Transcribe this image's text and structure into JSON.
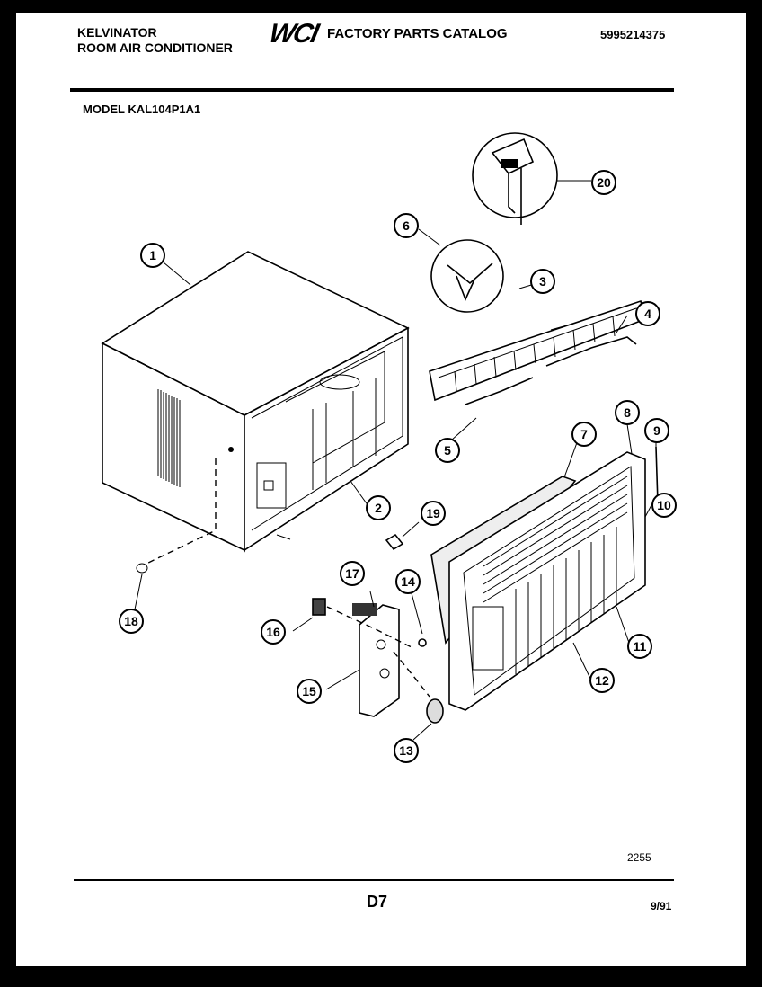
{
  "header": {
    "brand": "KELVINATOR",
    "product": "ROOM AIR CONDITIONER",
    "logo_text": "WCI",
    "catalog_title": "FACTORY PARTS CATALOG",
    "catalog_number": "5995214375"
  },
  "model_line": "MODEL KAL104P1A1",
  "diagram_number": "2255",
  "footer": {
    "page_code": "D7",
    "date": "9/91"
  },
  "callouts": [
    "1",
    "2",
    "3",
    "4",
    "5",
    "6",
    "7",
    "8",
    "9",
    "10",
    "11",
    "12",
    "13",
    "14",
    "15",
    "16",
    "17",
    "18",
    "19",
    "20"
  ]
}
